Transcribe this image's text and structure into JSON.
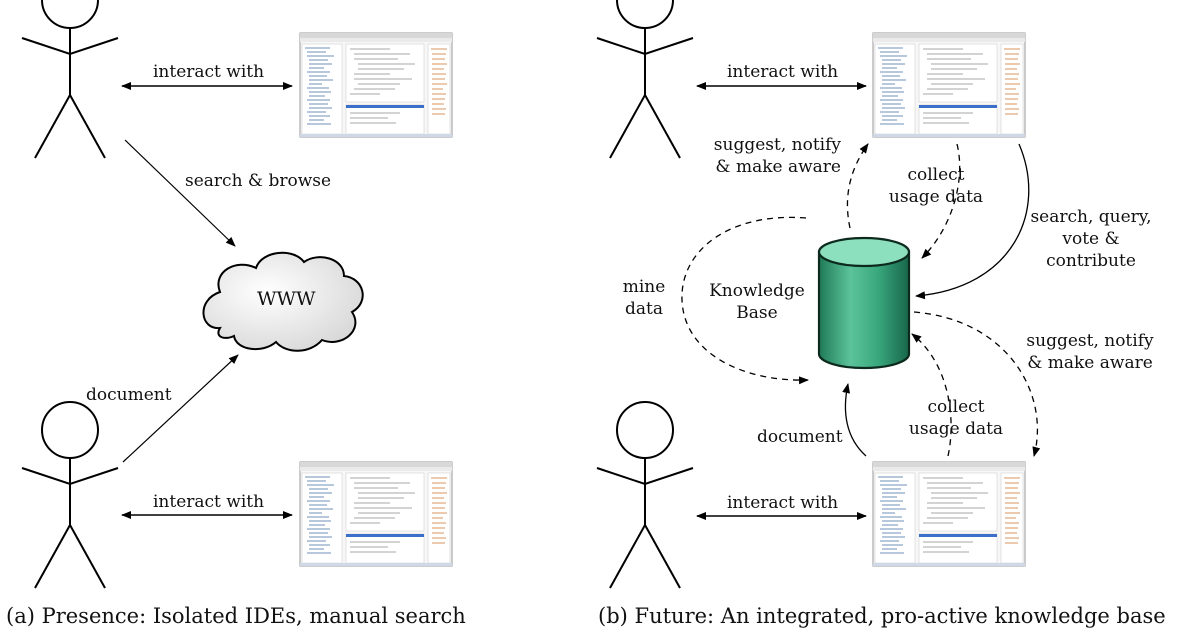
{
  "panel_a": {
    "labels": {
      "interact_top": "interact with",
      "search_browse": "search & browse",
      "www": "WWW",
      "document": "document",
      "interact_bottom": "interact with"
    },
    "caption": "(a) Presence: Isolated IDEs, manual search"
  },
  "panel_b": {
    "labels": {
      "interact_top": "interact with",
      "suggest_top_1": "suggest, notify",
      "suggest_top_2": "& make aware",
      "collect_top_1": "collect",
      "collect_top_2": "usage data",
      "search_query_1": "search, query,",
      "search_query_2": "vote &",
      "search_query_3": "contribute",
      "mine_1": "mine",
      "mine_2": "data",
      "kb_1": "Knowledge",
      "kb_2": "Base",
      "suggest_right_1": "suggest, notify",
      "suggest_right_2": "& make aware",
      "collect_bottom_1": "collect",
      "collect_bottom_2": "usage data",
      "document": "document",
      "interact_bottom": "interact with"
    },
    "caption": "(b) Future: An integrated, pro-active knowledge base"
  },
  "colors": {
    "cylinder_fill": "#2f9e73",
    "cylinder_top": "#8de0bd",
    "cylinder_stroke": "#0d2a1e",
    "cloud_fill": "#f0f0f0",
    "ide_titlebar": "#d8d8d8",
    "ide_selection": "#3c6fc9",
    "arrow": "#000000"
  },
  "icons": [
    "stick-figure-icon",
    "ide-screenshot-icon",
    "cloud-icon",
    "database-cylinder-icon"
  ]
}
